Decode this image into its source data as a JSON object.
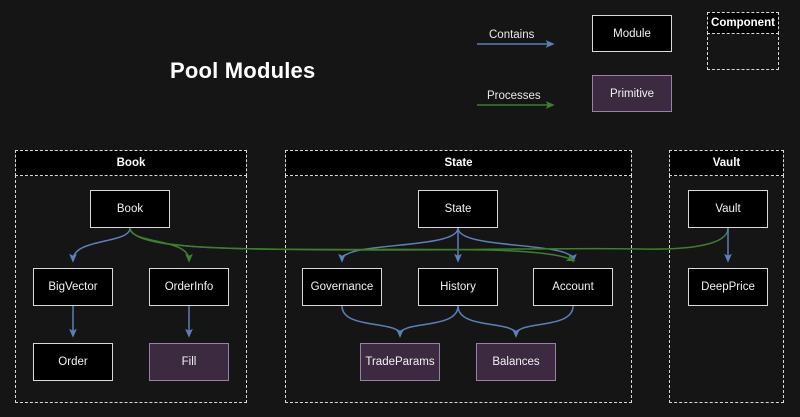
{
  "page": {
    "title": "Pool Modules",
    "background": "#151515"
  },
  "legend": {
    "relations": [
      {
        "label": "Contains",
        "color": "#5b80b8",
        "icon": "arrow-right-icon"
      },
      {
        "label": "Processes",
        "color": "#3f7d32",
        "icon": "arrow-right-icon"
      }
    ],
    "shapes": [
      {
        "label": "Module",
        "type": "module",
        "fill": "#000000",
        "stroke": "#d9d9d9"
      },
      {
        "label": "Primitive",
        "type": "primitive",
        "fill": "#3b2a40",
        "stroke": "#9c7fa8"
      }
    ],
    "container": {
      "label": "Component",
      "stroke": "#d9d9d9",
      "style": "dashed"
    }
  },
  "components": [
    {
      "name": "Book",
      "nodes": [
        {
          "label": "Book",
          "type": "module"
        },
        {
          "label": "BigVector",
          "type": "module"
        },
        {
          "label": "OrderInfo",
          "type": "module"
        },
        {
          "label": "Order",
          "type": "module"
        },
        {
          "label": "Fill",
          "type": "primitive"
        }
      ]
    },
    {
      "name": "State",
      "nodes": [
        {
          "label": "State",
          "type": "module"
        },
        {
          "label": "Governance",
          "type": "module"
        },
        {
          "label": "History",
          "type": "module"
        },
        {
          "label": "Account",
          "type": "module"
        },
        {
          "label": "TradeParams",
          "type": "primitive"
        },
        {
          "label": "Balances",
          "type": "primitive"
        }
      ]
    },
    {
      "name": "Vault",
      "nodes": [
        {
          "label": "Vault",
          "type": "module"
        },
        {
          "label": "DeepPrice",
          "type": "module"
        }
      ]
    }
  ],
  "edges": [
    {
      "from": "Book",
      "to": "BigVector",
      "relation": "Contains"
    },
    {
      "from": "Book",
      "to": "OrderInfo",
      "relation": "Processes"
    },
    {
      "from": "BigVector",
      "to": "Order",
      "relation": "Contains"
    },
    {
      "from": "OrderInfo",
      "to": "Fill",
      "relation": "Contains"
    },
    {
      "from": "State",
      "to": "Governance",
      "relation": "Contains"
    },
    {
      "from": "State",
      "to": "History",
      "relation": "Contains"
    },
    {
      "from": "State",
      "to": "Account",
      "relation": "Contains"
    },
    {
      "from": "Book",
      "to": "Account",
      "relation": "Processes"
    },
    {
      "from": "Governance",
      "to": "TradeParams",
      "relation": "Contains"
    },
    {
      "from": "History",
      "to": "TradeParams",
      "relation": "Contains"
    },
    {
      "from": "History",
      "to": "Balances",
      "relation": "Contains"
    },
    {
      "from": "Account",
      "to": "Balances",
      "relation": "Contains"
    },
    {
      "from": "Book",
      "to": "Vault",
      "relation": "Processes"
    },
    {
      "from": "Vault",
      "to": "DeepPrice",
      "relation": "Contains"
    }
  ]
}
